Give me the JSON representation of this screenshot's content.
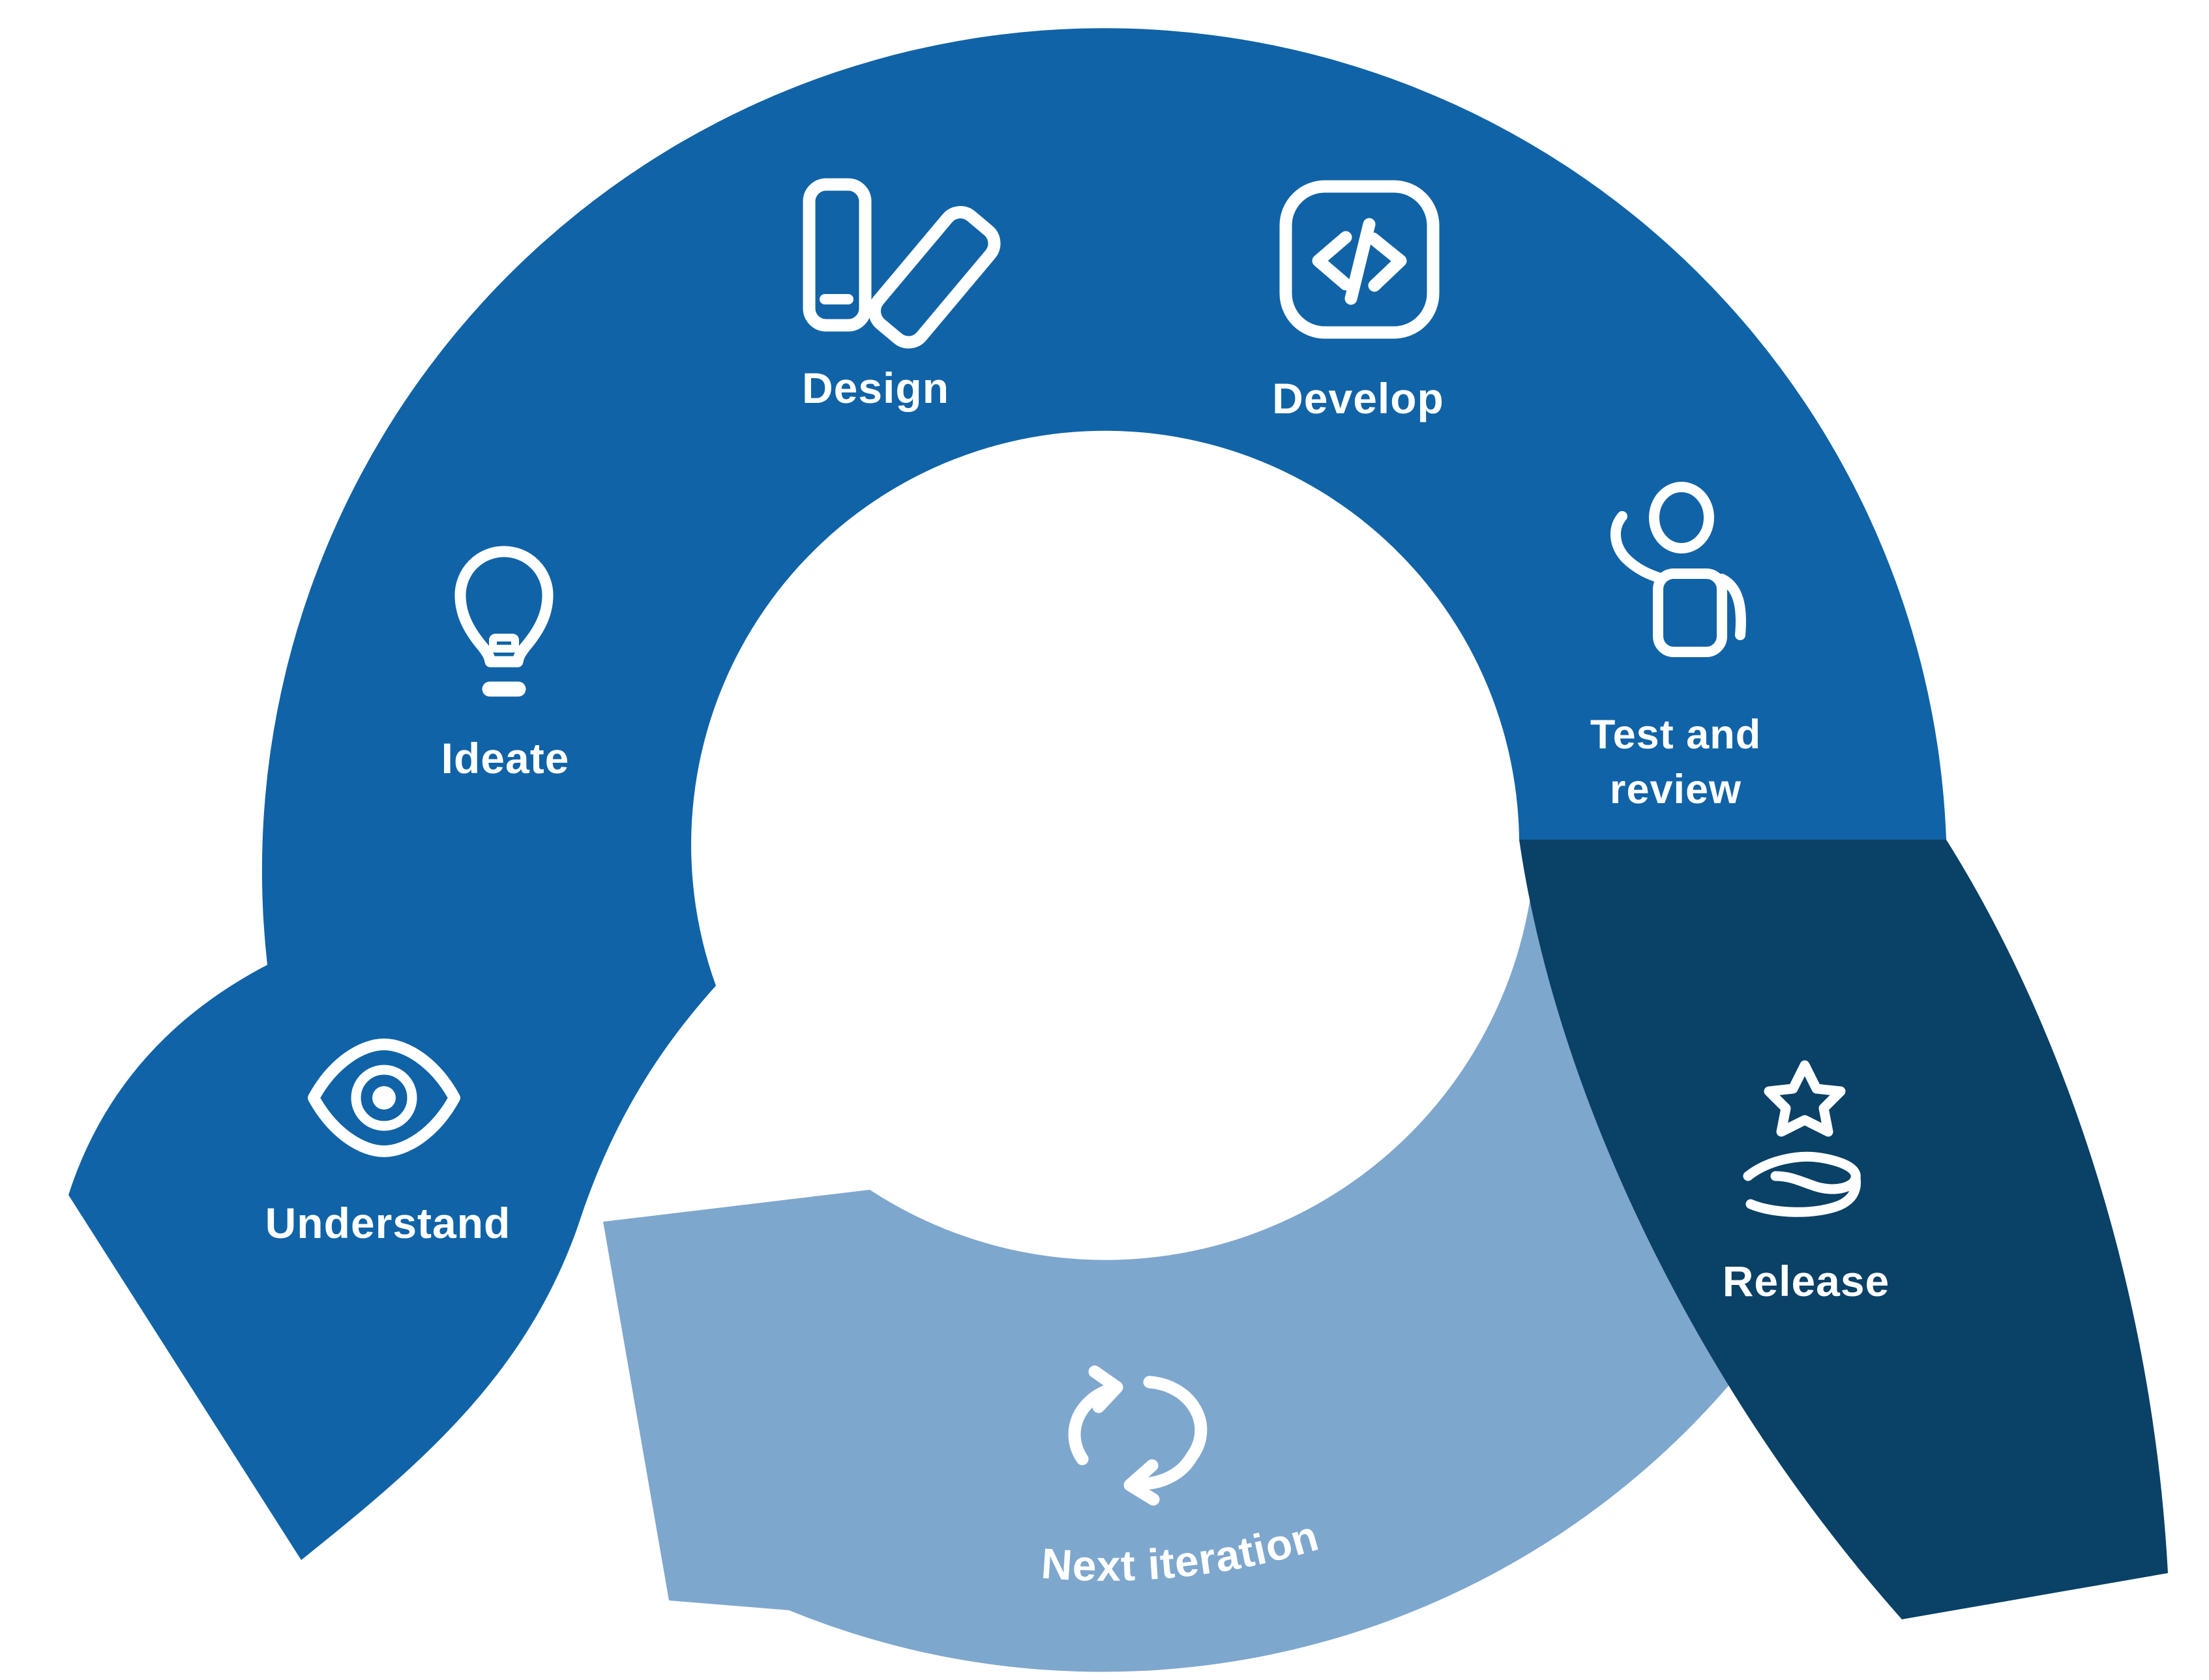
{
  "diagram": {
    "type": "cycle-process-diagram",
    "colors": {
      "primary_blue": "#1063A7",
      "release_navy": "#0A4166",
      "iteration_light_blue": "#7EA7CD",
      "label_white": "#FFFFFF"
    },
    "stages": [
      {
        "id": "understand",
        "label": "Understand",
        "icon": "eye-icon"
      },
      {
        "id": "ideate",
        "label": "Ideate",
        "icon": "lightbulb-icon"
      },
      {
        "id": "design",
        "label": "Design",
        "icon": "color-swatches-icon"
      },
      {
        "id": "develop",
        "label": "Develop",
        "icon": "code-brackets-icon"
      },
      {
        "id": "test-and-review",
        "label": "Test and review",
        "label_line1": "Test and",
        "label_line2": "review",
        "icon": "person-raising-hand-icon"
      },
      {
        "id": "release",
        "label": "Release",
        "icon": "hand-holding-star-icon"
      },
      {
        "id": "next-iteration",
        "label": "Next iteration",
        "icon": "loop-arrows-icon"
      }
    ]
  }
}
